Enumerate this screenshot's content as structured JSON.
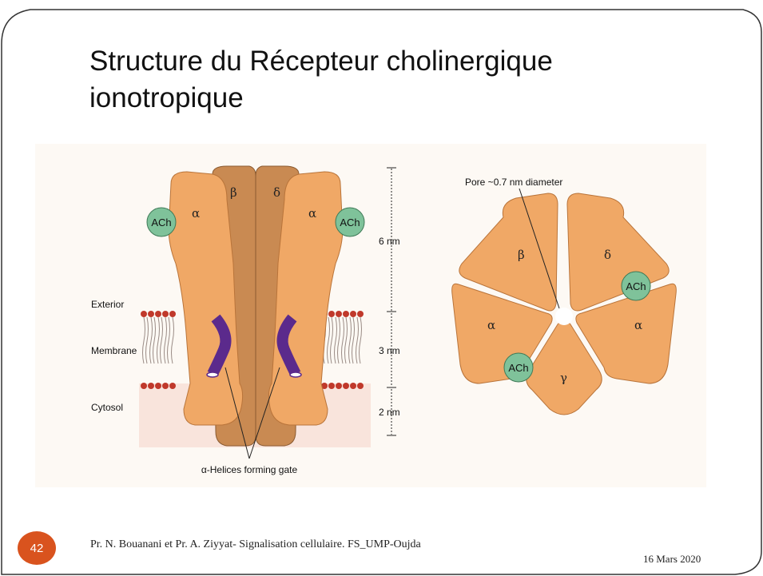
{
  "slide": {
    "title": "Structure du Récepteur cholinergique ionotropique",
    "page_number": "42",
    "footer": "Pr. N. Bouanani et Pr. A. Ziyyat- Signalisation cellulaire. FS_UMP-Oujda",
    "date": "16 Mars 2020"
  },
  "figure": {
    "side_view": {
      "subunits": [
        "α",
        "β",
        "δ",
        "α"
      ],
      "ach_labels": [
        "ACh",
        "ACh"
      ],
      "region_labels": [
        "Exterior",
        "Membrane",
        "Cytosol"
      ],
      "dimensions": [
        "6 nm",
        "3 nm",
        "2 nm"
      ],
      "gate_caption": "α-Helices forming gate"
    },
    "top_view": {
      "pore_label": "Pore ~0.7 nm diameter",
      "subunits": [
        "β",
        "δ",
        "α",
        "α",
        "γ"
      ],
      "ach_labels": [
        "ACh",
        "ACh"
      ]
    }
  },
  "colors": {
    "protein": "#f0a866",
    "protein_dark": "#c98a52",
    "ach": "#7fc29a",
    "helix": "#5b2a8c",
    "lipid_head": "#c0392b",
    "badge": "#d9531e"
  }
}
